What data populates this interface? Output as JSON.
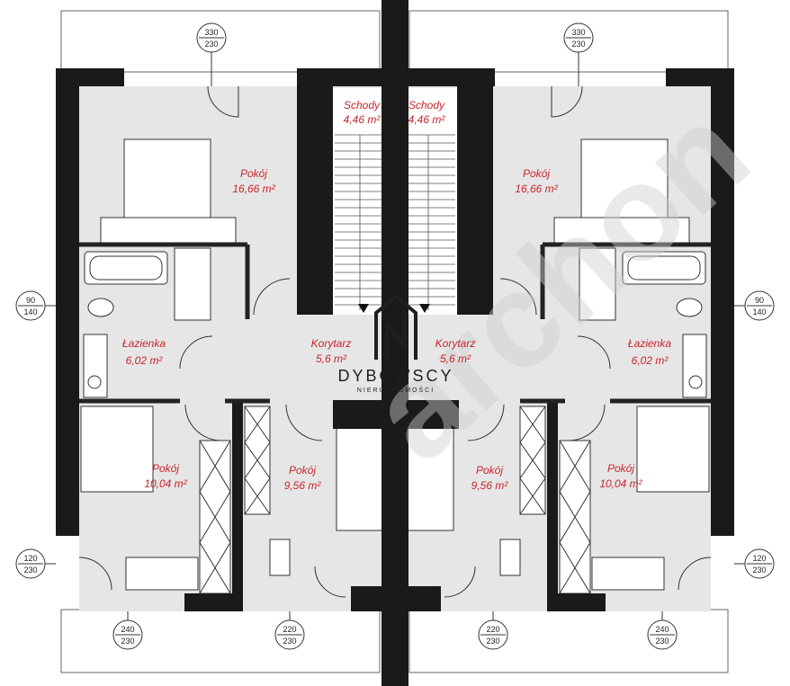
{
  "rooms": {
    "stairs_left": {
      "name": "Schody",
      "area": "4,46 m²"
    },
    "stairs_right": {
      "name": "Schody",
      "area": "4,46 m²"
    },
    "room_top_left": {
      "name": "Pokój",
      "area": "16,66 m²"
    },
    "room_top_right": {
      "name": "Pokój",
      "area": "16,66 m²"
    },
    "bath_left": {
      "name": "Łazienka",
      "area": "6,02 m²"
    },
    "bath_right": {
      "name": "Łazienka",
      "area": "6,02 m²"
    },
    "corridor_left": {
      "name": "Korytarz",
      "area": "5,6 m²"
    },
    "corridor_right": {
      "name": "Korytarz",
      "area": "5,6 m²"
    },
    "room_bl_outer": {
      "name": "Pokój",
      "area": "10,04 m²"
    },
    "room_bl_inner": {
      "name": "Pokój",
      "area": "9,56 m²"
    },
    "room_br_inner": {
      "name": "Pokój",
      "area": "9,56 m²"
    },
    "room_br_outer": {
      "name": "Pokój",
      "area": "10,04 m²"
    }
  },
  "dimensions": {
    "top_left": {
      "w": "330",
      "h": "230"
    },
    "top_right": {
      "w": "330",
      "h": "230"
    },
    "mid_left": {
      "w": "90",
      "h": "140"
    },
    "mid_right": {
      "w": "90",
      "h": "140"
    },
    "low_left": {
      "w": "120",
      "h": "230"
    },
    "low_right": {
      "w": "120",
      "h": "230"
    },
    "bottom_1": {
      "w": "240",
      "h": "230"
    },
    "bottom_2": {
      "w": "220",
      "h": "230"
    },
    "bottom_3": {
      "w": "220",
      "h": "230"
    },
    "bottom_4": {
      "w": "240",
      "h": "230"
    }
  },
  "logo": {
    "brand": "DYBOWSCY",
    "tagline": "NIERUCHOMOŚCI"
  },
  "watermark": "archon",
  "colors": {
    "wall": "#1a1a1a",
    "floor": "#e6e6e6",
    "label": "#c8252c",
    "accent": "#c8252c"
  }
}
